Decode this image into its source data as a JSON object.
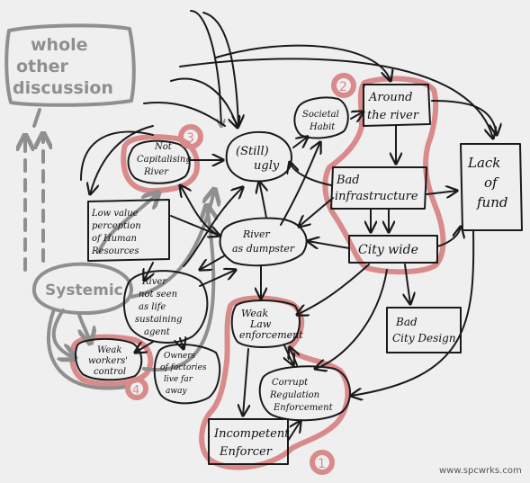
{
  "nodes": {
    "whole_other_discussion": [
      "whole",
      "other",
      "discussion"
    ],
    "systemic": "Systemic",
    "not_capitalising_river": [
      "Not",
      "Capitalising",
      "River"
    ],
    "still_ugly": [
      "(Still)",
      "ugly"
    ],
    "societal_habit": [
      "Societal",
      "Habit"
    ],
    "around_the_river": [
      "Around",
      "the river"
    ],
    "bad_infrastructure": [
      "Bad",
      "infrastructure"
    ],
    "lack_of_fund": [
      "Lack",
      "of",
      "fund"
    ],
    "low_value_perception": [
      "Low value",
      "perception",
      "of Human",
      "Resources"
    ],
    "river_as_dumpster": [
      "River",
      "as dumpster"
    ],
    "city_wide": "City wide",
    "river_not_seen": [
      "River",
      "not seen",
      "as life",
      "sustaining",
      "agent"
    ],
    "weak_law_enforcement": [
      "Weak",
      "Law",
      "enforcement"
    ],
    "bad_city_design": [
      "Bad",
      "City Design"
    ],
    "weak_workers_control": [
      "Weak",
      "workers'",
      "control"
    ],
    "owners_of_factories": [
      "Owners",
      "of factories",
      "live far",
      "away"
    ],
    "corrupt_regulation": [
      "Corrupt",
      "Regulation",
      "Enforcement"
    ],
    "incompetent_enforcer": [
      "Incompetent",
      "Enforcer"
    ]
  },
  "markers": {
    "one": "1",
    "two": "2",
    "three": "3",
    "four": "4"
  },
  "watermark": "www.spcwrks.com",
  "colors": {
    "ink": "#1a1a1a",
    "grey": "#8f8f8f",
    "highlight": "#d98a8a",
    "background": "#efefef"
  }
}
